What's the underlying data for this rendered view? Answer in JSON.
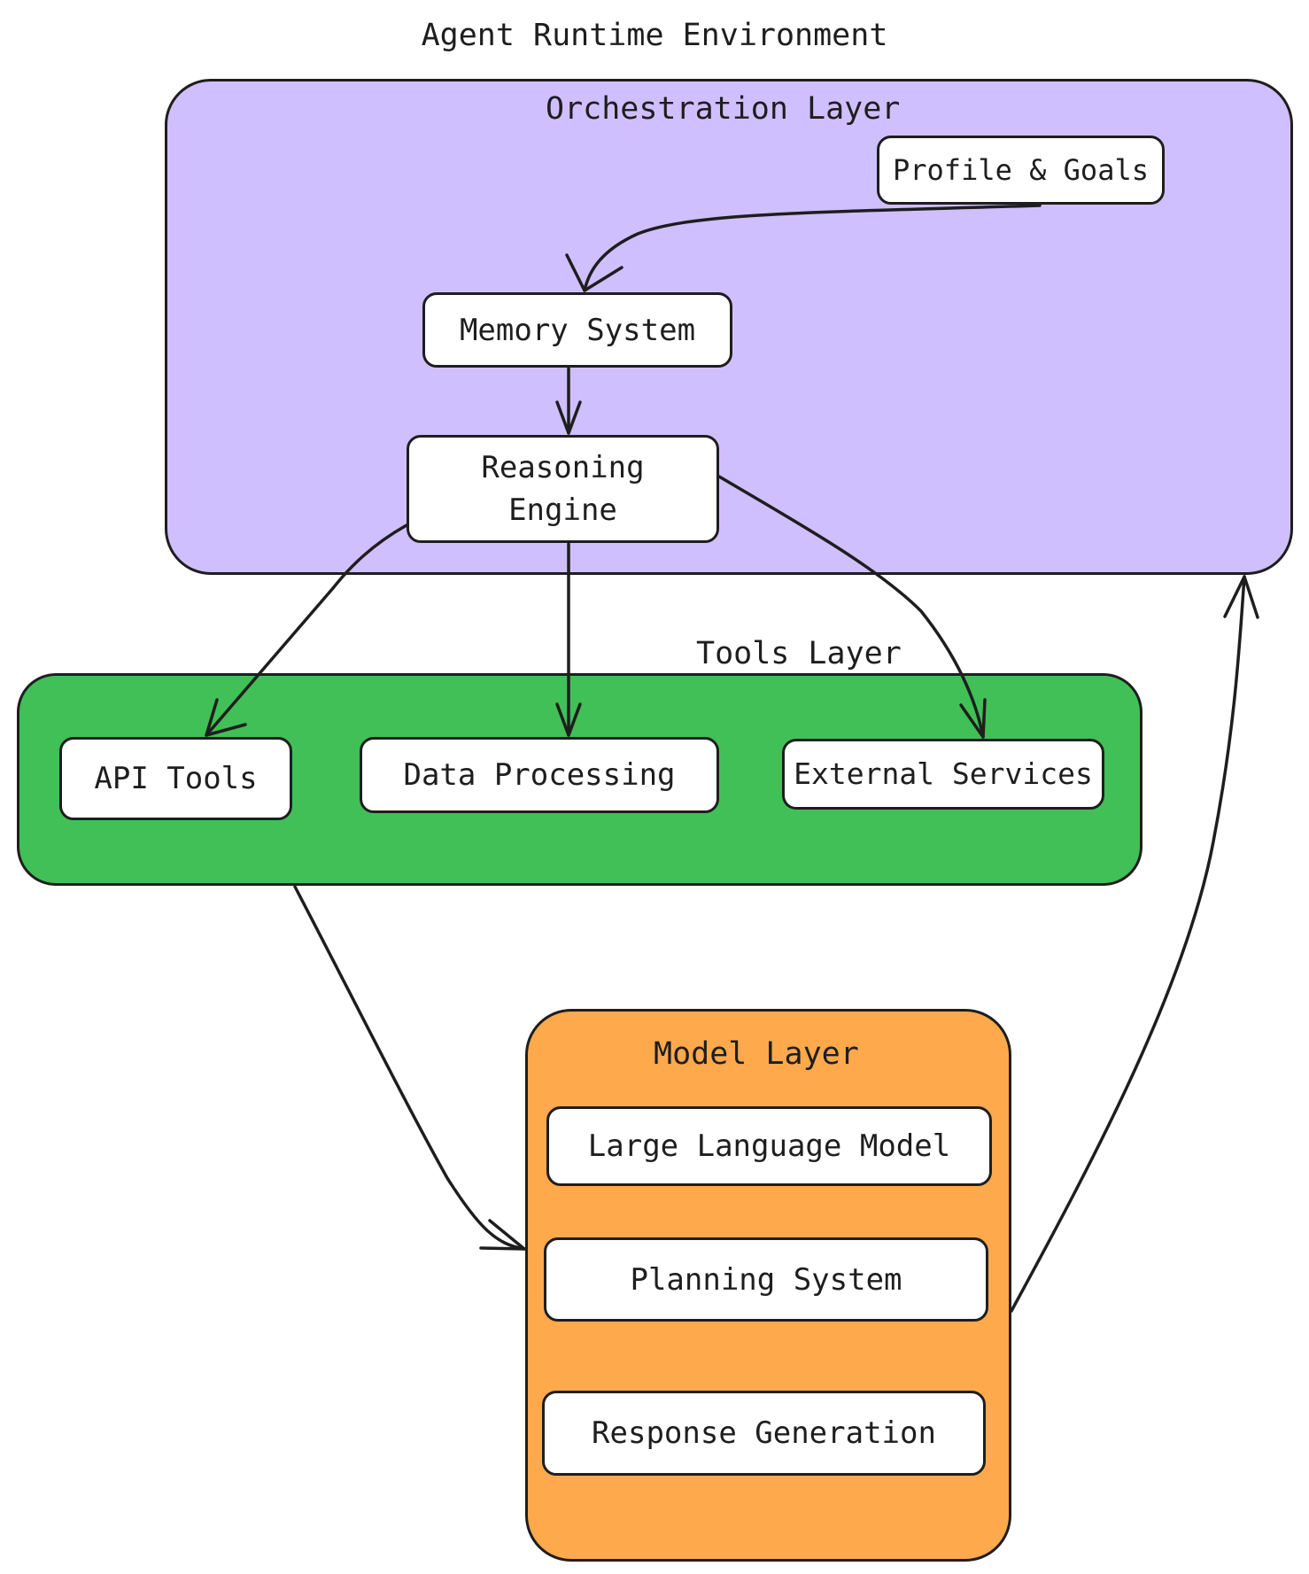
{
  "diagram": {
    "title": "Agent Runtime Environment",
    "colors": {
      "orchestration": "#d0bfff",
      "tools": "#40c057",
      "model": "#ffa94d",
      "stroke": "#1e1e1e",
      "node_fill": "#ffffff"
    },
    "groups": {
      "orchestration": {
        "label": "Orchestration Layer",
        "nodes": {
          "profile": "Profile & Goals",
          "memory": "Memory System",
          "reasoning": "Reasoning\nEngine"
        }
      },
      "tools": {
        "label": "Tools Layer",
        "nodes": {
          "api": "API Tools",
          "data": "Data Processing",
          "external": "External Services"
        }
      },
      "model": {
        "label": "Model Layer",
        "nodes": {
          "llm": "Large Language Model",
          "planning": "Planning System",
          "response": "Response Generation"
        }
      }
    },
    "edges": [
      {
        "from": "Profile & Goals",
        "to": "Memory System"
      },
      {
        "from": "Memory System",
        "to": "Reasoning Engine"
      },
      {
        "from": "Reasoning Engine",
        "to": "API Tools"
      },
      {
        "from": "Reasoning Engine",
        "to": "Data Processing"
      },
      {
        "from": "Reasoning Engine",
        "to": "External Services"
      },
      {
        "from": "Tools Layer",
        "to": "Model Layer"
      },
      {
        "from": "Model Layer",
        "to": "Orchestration Layer"
      }
    ]
  }
}
